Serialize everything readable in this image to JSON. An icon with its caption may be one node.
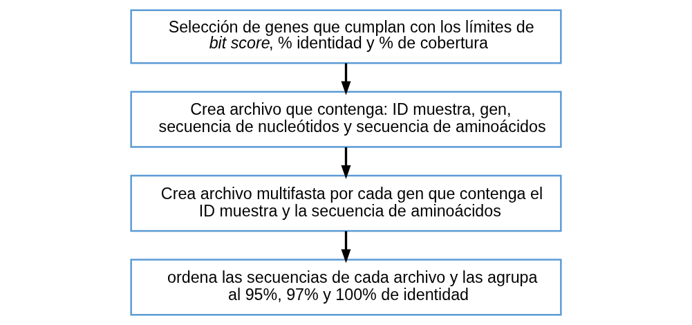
{
  "diagram": {
    "nodes": [
      {
        "text": [
          "Selección de genes que cumplan con los límites de *bit score*, % identidad y % de cobertura"
        ]
      },
      {
        "text": [
          "Crea archivo que contenga: ID muestra, gen, secuencia de nucleótidos y secuencia de aminoácidos"
        ]
      },
      {
        "text": [
          "Crea archivo multifasta por cada gen que contenga el ID muestra y la secuencia de aminoácidos"
        ]
      },
      {
        "text": [
          "ordena las secuencias de cada archivo y las agrupa al 95%, 97% y 100% de identidad"
        ]
      }
    ],
    "edges": [
      {
        "from": 0,
        "to": 1,
        "arrow": "to"
      },
      {
        "from": 1,
        "to": 2,
        "arrow": "to"
      },
      {
        "from": 2,
        "to": 3,
        "arrow": "to"
      }
    ]
  }
}
